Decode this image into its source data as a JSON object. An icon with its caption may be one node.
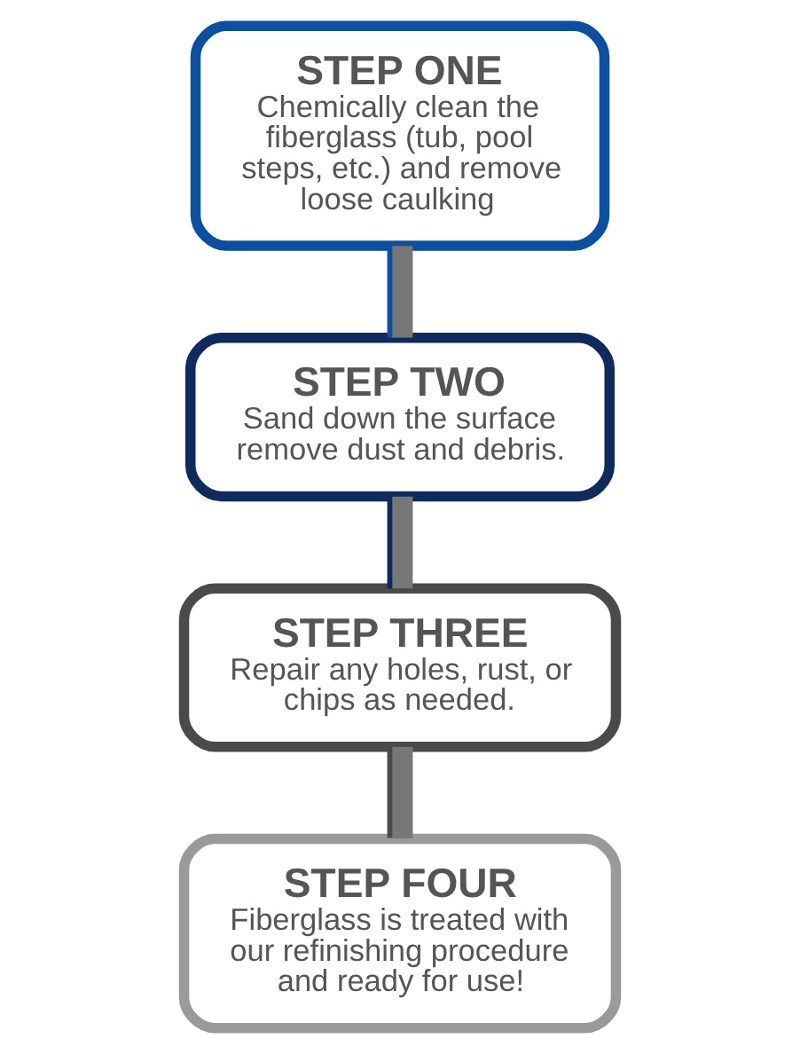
{
  "diagram": {
    "nodes": [
      {
        "text": [
          "STEP ONE",
          "Chemically clean the fiberglass (tub, pool steps, etc.) and remove loose caulking"
        ]
      },
      {
        "text": [
          "STEP TWO",
          "Sand down the surface remove dust and debris."
        ]
      },
      {
        "text": [
          "STEP THREE",
          "Repair any holes, rust, or chips as needed."
        ]
      },
      {
        "text": [
          "STEP FOUR",
          "Fiberglass is treated with our refinishing procedure and ready for use!"
        ]
      }
    ],
    "edges": [
      {
        "from": 0,
        "to": 1,
        "arrow": "none"
      },
      {
        "from": 1,
        "to": 2,
        "arrow": "none"
      },
      {
        "from": 2,
        "to": 3,
        "arrow": "none"
      }
    ]
  }
}
